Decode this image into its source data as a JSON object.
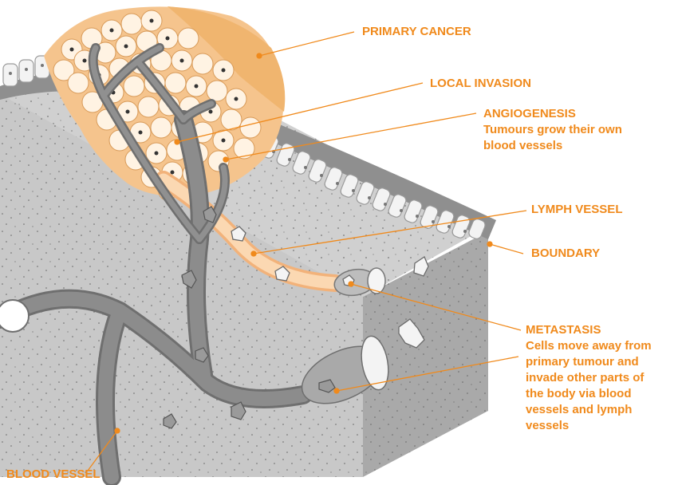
{
  "labels": {
    "primary_cancer": "PRIMARY CANCER",
    "local_invasion": "LOCAL INVASION",
    "angiogenesis": "ANGIOGENESIS",
    "angiogenesis_desc_1": "Tumours grow their own",
    "angiogenesis_desc_2": "blood vessels",
    "lymph_vessel": "LYMPH VESSEL",
    "boundary": "BOUNDARY",
    "metastasis": "METASTASIS",
    "metastasis_desc_1": "Cells move away from",
    "metastasis_desc_2": "primary tumour and",
    "metastasis_desc_3": "invade other parts of",
    "metastasis_desc_4": "the body via blood",
    "metastasis_desc_5": "vessels and lymph",
    "metastasis_desc_6": "vessels",
    "blood_vessel": "BLOOD VESSEL"
  },
  "colors": {
    "label": "#f08a1c",
    "tissue": "#c9c9c9",
    "tumour": "#f6c58e",
    "vessel": "#8a8a8a",
    "lymph": "#fbd3a6"
  }
}
